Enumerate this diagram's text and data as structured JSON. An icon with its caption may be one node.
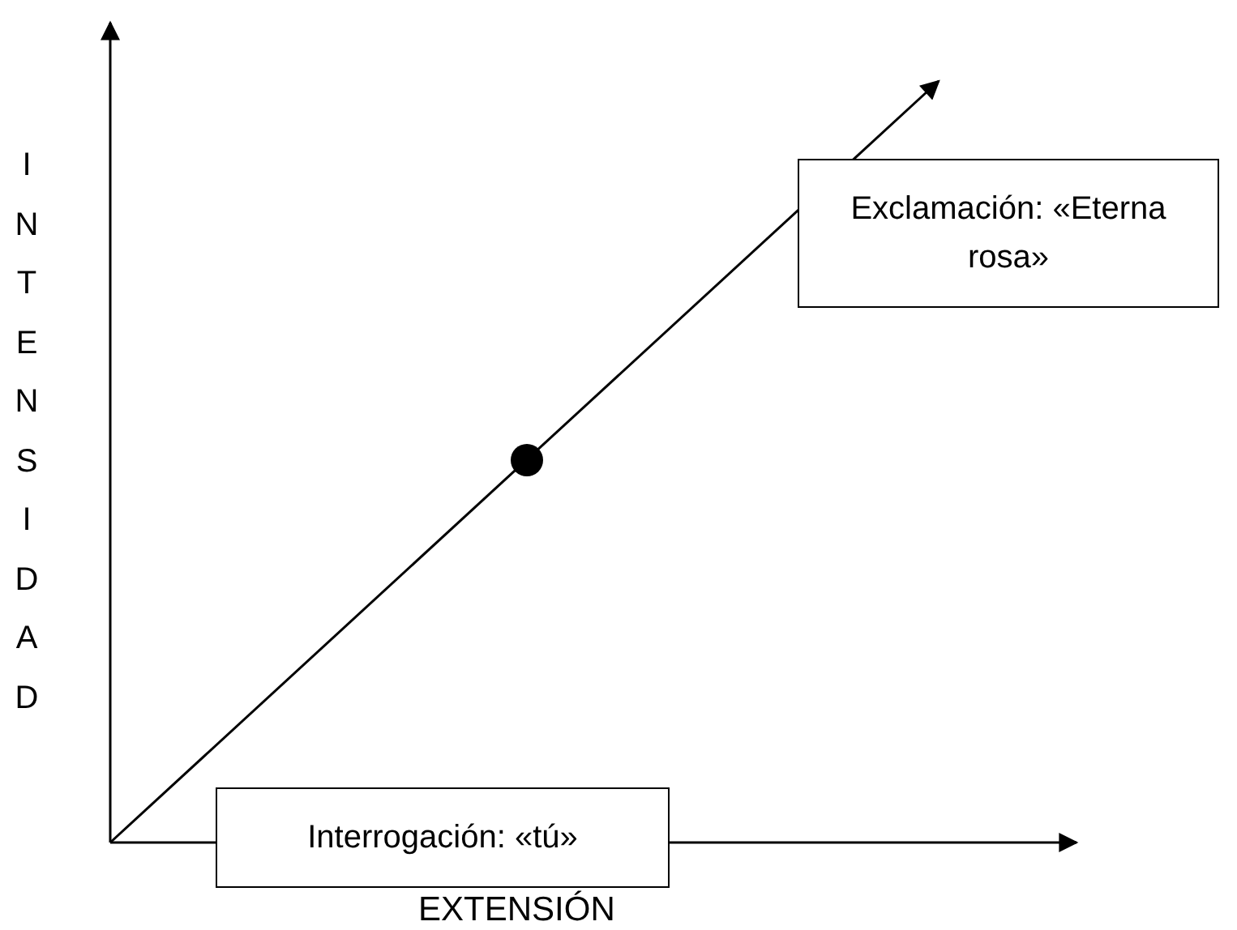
{
  "diagram": {
    "nodes": [
      {
        "text": [
          "Exclamación: «Eterna rosa»"
        ]
      },
      {
        "text": [
          "Interrogación: «tú»"
        ]
      }
    ],
    "labels": [
      "INTENSIDAD",
      "EXTENSIÓN"
    ]
  }
}
